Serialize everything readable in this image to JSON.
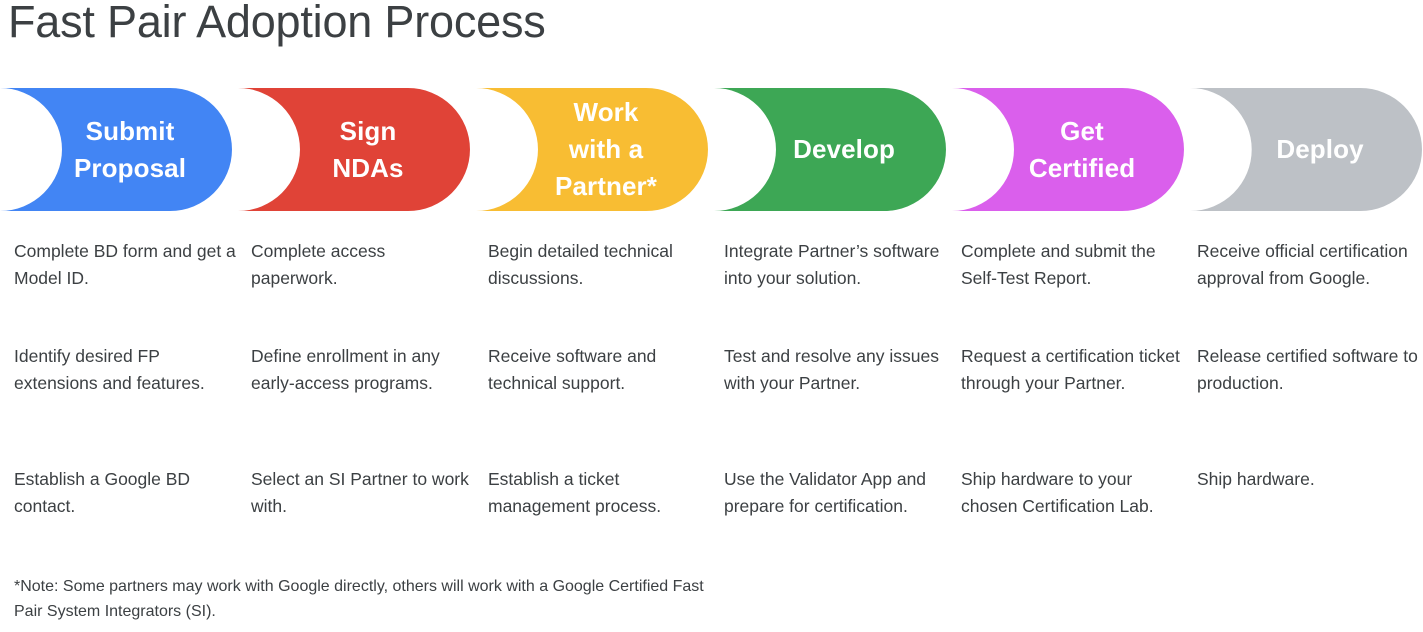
{
  "page": {
    "title": "Fast Pair Adoption Process",
    "text_color": "#3c4043",
    "background": "#ffffff"
  },
  "stages": [
    {
      "id": "submit-proposal",
      "label": "Submit\nProposal",
      "color": "#4285f4",
      "label_color": "#ffffff"
    },
    {
      "id": "sign-ndas",
      "label": "Sign\nNDAs",
      "color": "#e04337",
      "label_color": "#ffffff"
    },
    {
      "id": "work-with-a-partner",
      "label": "Work\nwith a\nPartner*",
      "color": "#f8bd33",
      "label_color": "#ffffff"
    },
    {
      "id": "develop",
      "label": "Develop",
      "color": "#3da755",
      "label_color": "#ffffff"
    },
    {
      "id": "get-certified",
      "label": "Get\nCertified",
      "color": "#da5fec",
      "label_color": "#ffffff"
    },
    {
      "id": "deploy",
      "label": "Deploy",
      "color": "#bdc1c6",
      "label_color": "#ffffff"
    }
  ],
  "columns": [
    {
      "stage": "submit-proposal",
      "items": [
        "Complete BD form and get a Model ID.",
        "Identify desired FP extensions and features.",
        "Establish a Google BD contact."
      ]
    },
    {
      "stage": "sign-ndas",
      "items": [
        "Complete access paperwork.",
        "Define enrollment in any early-access programs.",
        "Select an SI Partner to work with."
      ]
    },
    {
      "stage": "work-with-a-partner",
      "items": [
        "Begin detailed technical discussions.",
        "Receive software and technical support.",
        "Establish a ticket management process."
      ]
    },
    {
      "stage": "develop",
      "items": [
        "Integrate Partner’s software into your solution.",
        "Test and resolve any issues with your Partner.",
        "Use the Validator App and prepare for certification."
      ]
    },
    {
      "stage": "get-certified",
      "items": [
        "Complete and submit the Self-Test Report.",
        "Request a certification ticket through your Partner.",
        "Ship hardware to your chosen Certification Lab."
      ]
    },
    {
      "stage": "deploy",
      "items": [
        "Receive official certification approval from Google.",
        "Release certified software to production.",
        "Ship hardware."
      ]
    }
  ],
  "footnote": "*Note: Some partners may work with Google directly, others will work with a Google Certified Fast Pair System Integrators (SI)."
}
